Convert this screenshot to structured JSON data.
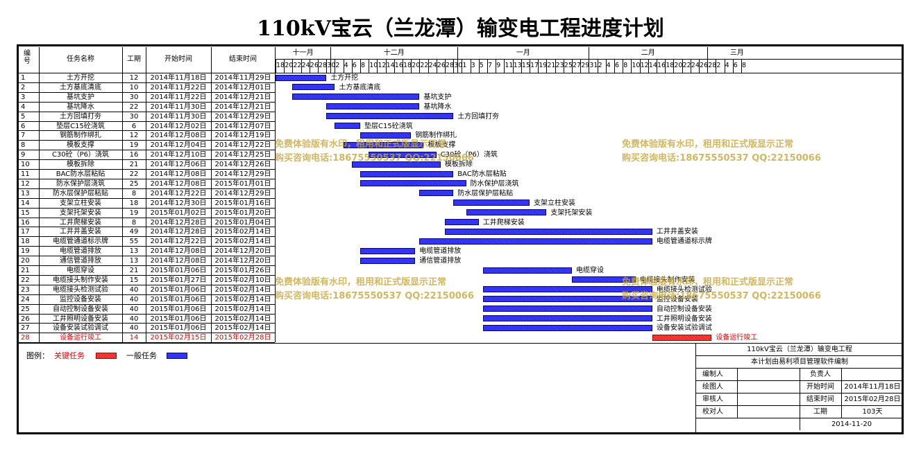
{
  "title": "110kV宝云（兰龙潭）输变电工程进度计划",
  "header": {
    "no": "编号",
    "name": "任务名称",
    "dur": "工期",
    "start": "开始时间",
    "end": "结束时间"
  },
  "months": [
    "十一月",
    "十二月",
    "一月",
    "二月",
    "三月"
  ],
  "days": [
    "18",
    "20",
    "22",
    "24",
    "26",
    "28",
    "30",
    "2",
    "4",
    "6",
    "8",
    "10",
    "12",
    "14",
    "16",
    "18",
    "20",
    "22",
    "24",
    "26",
    "28",
    "30",
    "1",
    "3",
    "5",
    "7",
    "9",
    "11",
    "13",
    "15",
    "17",
    "19",
    "21",
    "23",
    "25",
    "27",
    "29",
    "31",
    "2",
    "4",
    "6",
    "8",
    "10",
    "12",
    "14",
    "16",
    "18",
    "20",
    "22",
    "24",
    "26",
    "28",
    "2",
    "4",
    "6",
    "8"
  ],
  "tasks": [
    {
      "no": "1",
      "name": "土方开挖",
      "dur": "12",
      "start": "2014年11月18日",
      "end": "2014年11月29日"
    },
    {
      "no": "2",
      "name": "土方基底清底",
      "dur": "10",
      "start": "2014年11月22日",
      "end": "2014年12月01日"
    },
    {
      "no": "3",
      "name": "基坑支护",
      "dur": "30",
      "start": "2014年11月22日",
      "end": "2014年12月21日"
    },
    {
      "no": "4",
      "name": "基坑降水",
      "dur": "22",
      "start": "2014年11月30日",
      "end": "2014年12月21日"
    },
    {
      "no": "5",
      "name": "土方回填打夯",
      "dur": "30",
      "start": "2014年11月30日",
      "end": "2014年12月29日"
    },
    {
      "no": "6",
      "name": "垫层C15砼浇筑",
      "dur": "6",
      "start": "2014年12月02日",
      "end": "2014年12月07日"
    },
    {
      "no": "7",
      "name": "钢筋制作绑扎",
      "dur": "12",
      "start": "2014年12月08日",
      "end": "2014年12月19日"
    },
    {
      "no": "8",
      "name": "模板支撑",
      "dur": "19",
      "start": "2014年12月04日",
      "end": "2014年12月22日"
    },
    {
      "no": "9",
      "name": "C30砼（P6）浇筑",
      "dur": "16",
      "start": "2014年12月10日",
      "end": "2014年12月25日"
    },
    {
      "no": "10",
      "name": "模板拆除",
      "dur": "21",
      "start": "2014年12月06日",
      "end": "2014年12月26日"
    },
    {
      "no": "11",
      "name": "BAC防水层粘贴",
      "dur": "22",
      "start": "2014年12月08日",
      "end": "2014年12月29日"
    },
    {
      "no": "12",
      "name": "防水保护层浇筑",
      "dur": "25",
      "start": "2014年12月08日",
      "end": "2015年01月01日"
    },
    {
      "no": "13",
      "name": "防水层保护层粘贴",
      "dur": "8",
      "start": "2014年12月22日",
      "end": "2014年12月29日"
    },
    {
      "no": "14",
      "name": "支架立柱安装",
      "dur": "18",
      "start": "2014年12月30日",
      "end": "2015年01月16日"
    },
    {
      "no": "15",
      "name": "支架托架安装",
      "dur": "19",
      "start": "2015年01月02日",
      "end": "2015年01月20日"
    },
    {
      "no": "16",
      "name": "工井爬梯安装",
      "dur": "8",
      "start": "2014年12月28日",
      "end": "2015年01月04日"
    },
    {
      "no": "17",
      "name": "工井井盖安装",
      "dur": "49",
      "start": "2014年12月28日",
      "end": "2015年02月14日"
    },
    {
      "no": "18",
      "name": "电缆管通道标示牌",
      "dur": "55",
      "start": "2014年12月22日",
      "end": "2015年02月14日"
    },
    {
      "no": "19",
      "name": "电缆管道排放",
      "dur": "13",
      "start": "2014年12月08日",
      "end": "2014年12月20日"
    },
    {
      "no": "20",
      "name": "通信管道排放",
      "dur": "13",
      "start": "2014年12月08日",
      "end": "2014年12月20日"
    },
    {
      "no": "21",
      "name": "电缆穿设",
      "dur": "21",
      "start": "2015年01月06日",
      "end": "2015年01月26日"
    },
    {
      "no": "22",
      "name": "电缆接头制作安装",
      "dur": "15",
      "start": "2015年01月27日",
      "end": "2015年02月10日"
    },
    {
      "no": "23",
      "name": "电缆接头检测试验",
      "dur": "40",
      "start": "2015年01月06日",
      "end": "2015年02月14日"
    },
    {
      "no": "24",
      "name": "监控设备安装",
      "dur": "40",
      "start": "2015年01月06日",
      "end": "2015年02月14日"
    },
    {
      "no": "25",
      "name": "自动控制设备安装",
      "dur": "40",
      "start": "2015年01月06日",
      "end": "2015年02月14日"
    },
    {
      "no": "26",
      "name": "工井照明设备安装",
      "dur": "40",
      "start": "2015年01月06日",
      "end": "2015年02月14日"
    },
    {
      "no": "27",
      "name": "设备安装试验调试",
      "dur": "40",
      "start": "2015年01月06日",
      "end": "2015年02月14日"
    },
    {
      "no": "28",
      "name": "设备运行竣工",
      "dur": "14",
      "start": "2015年02月15日",
      "end": "2015年02月28日",
      "critical": true
    }
  ],
  "legend": {
    "label": "图例：",
    "critical": "关键任务",
    "normal": "一般任务"
  },
  "colors": {
    "critical": "#ff3030",
    "normal": "#3333ff",
    "critical_text": "#e00000"
  },
  "info": {
    "project": "110kV宝云（兰龙潭）输变电工程",
    "software": "本计划由易利项目管理软件编制",
    "editor_label": "编制人",
    "manager_label": "负责人",
    "drawer_label": "绘图人",
    "start_label": "开始时间",
    "start_value": "2014年11月18日",
    "reviewer_label": "审核人",
    "end_label": "结束时间",
    "end_value": "2015年02月28日",
    "checker_label": "校对人",
    "dur_label": "工期",
    "dur_value": "103天",
    "date": "2014-11-20"
  },
  "watermark": {
    "line1": "免费体验版有水印，租用和正式版显示正常",
    "line2": "购买咨询电话:18675550537 QQ:22150066"
  }
}
